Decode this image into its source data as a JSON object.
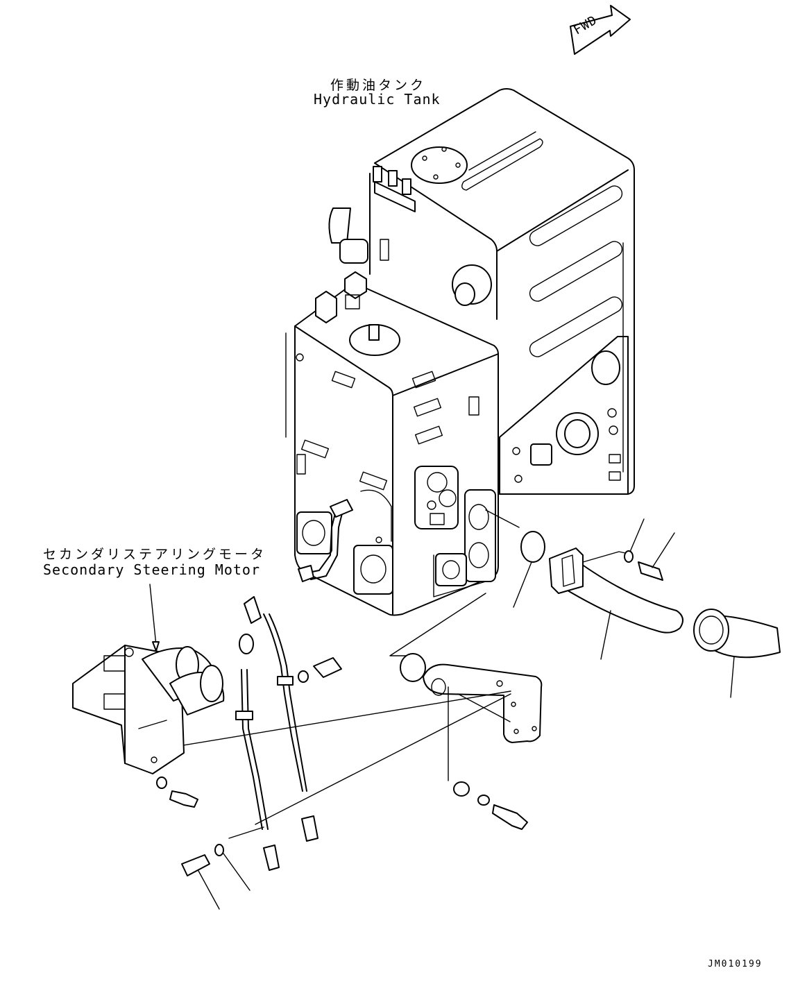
{
  "labels": {
    "hydraulic_tank_jp": "作動油タンク",
    "hydraulic_tank_en": "Hydraulic Tank",
    "steering_motor_jp": "セカンダリステアリングモータ",
    "steering_motor_en": "Secondary Steering Motor",
    "direction_marker": "FWD",
    "drawing_code": "JM010199"
  }
}
